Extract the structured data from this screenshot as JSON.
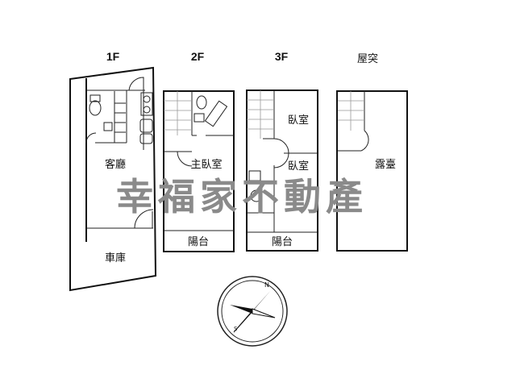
{
  "floors": [
    {
      "label": "1F",
      "rooms": [
        "客廳",
        "車庫"
      ]
    },
    {
      "label": "2F",
      "rooms": [
        "主臥室",
        "陽台"
      ]
    },
    {
      "label": "3F",
      "rooms": [
        "臥室",
        "臥室",
        "陽台"
      ]
    },
    {
      "label": "屋突",
      "rooms": [
        "露臺"
      ]
    }
  ],
  "watermark": "幸福家不動產",
  "compass": {
    "north_label": "N",
    "south_label": "S"
  }
}
